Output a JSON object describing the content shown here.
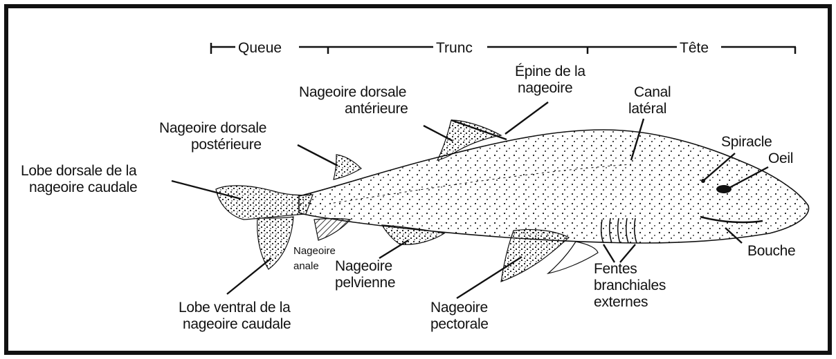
{
  "colors": {
    "ink": "#111111",
    "paper": "#ffffff"
  },
  "regions": {
    "tail": "Queue",
    "trunk": "Trunc",
    "head": "Tête"
  },
  "labels": {
    "spine_l1": "Épine de la",
    "spine_l2": "nageoire",
    "anterior_dorsal_l1": "Nageoire dorsale",
    "anterior_dorsal_l2": "antérieure",
    "lateral_canal_l1": "Canal",
    "lateral_canal_l2": "latéral",
    "posterior_dorsal_l1": "Nageoire dorsale",
    "posterior_dorsal_l2": "postérieure",
    "spiracle": "Spiracle",
    "eye": "Oeil",
    "dorsal_lobe_l1": "Lobe dorsale de la",
    "dorsal_lobe_l2": "nageoire caudale",
    "anal_fin_l1": "Nageoire",
    "anal_fin_l2": "anale",
    "pelvic_fin_l1": "Nageoire",
    "pelvic_fin_l2": "pelvienne",
    "mouth": "Bouche",
    "gill_slits_l1": "Fentes",
    "gill_slits_l2": "branchiales",
    "gill_slits_l3": "externes",
    "ventral_lobe_l1": "Lobe ventral de la",
    "ventral_lobe_l2": "nageoire caudale",
    "pectoral_fin_l1": "Nageoire",
    "pectoral_fin_l2": "pectorale"
  }
}
